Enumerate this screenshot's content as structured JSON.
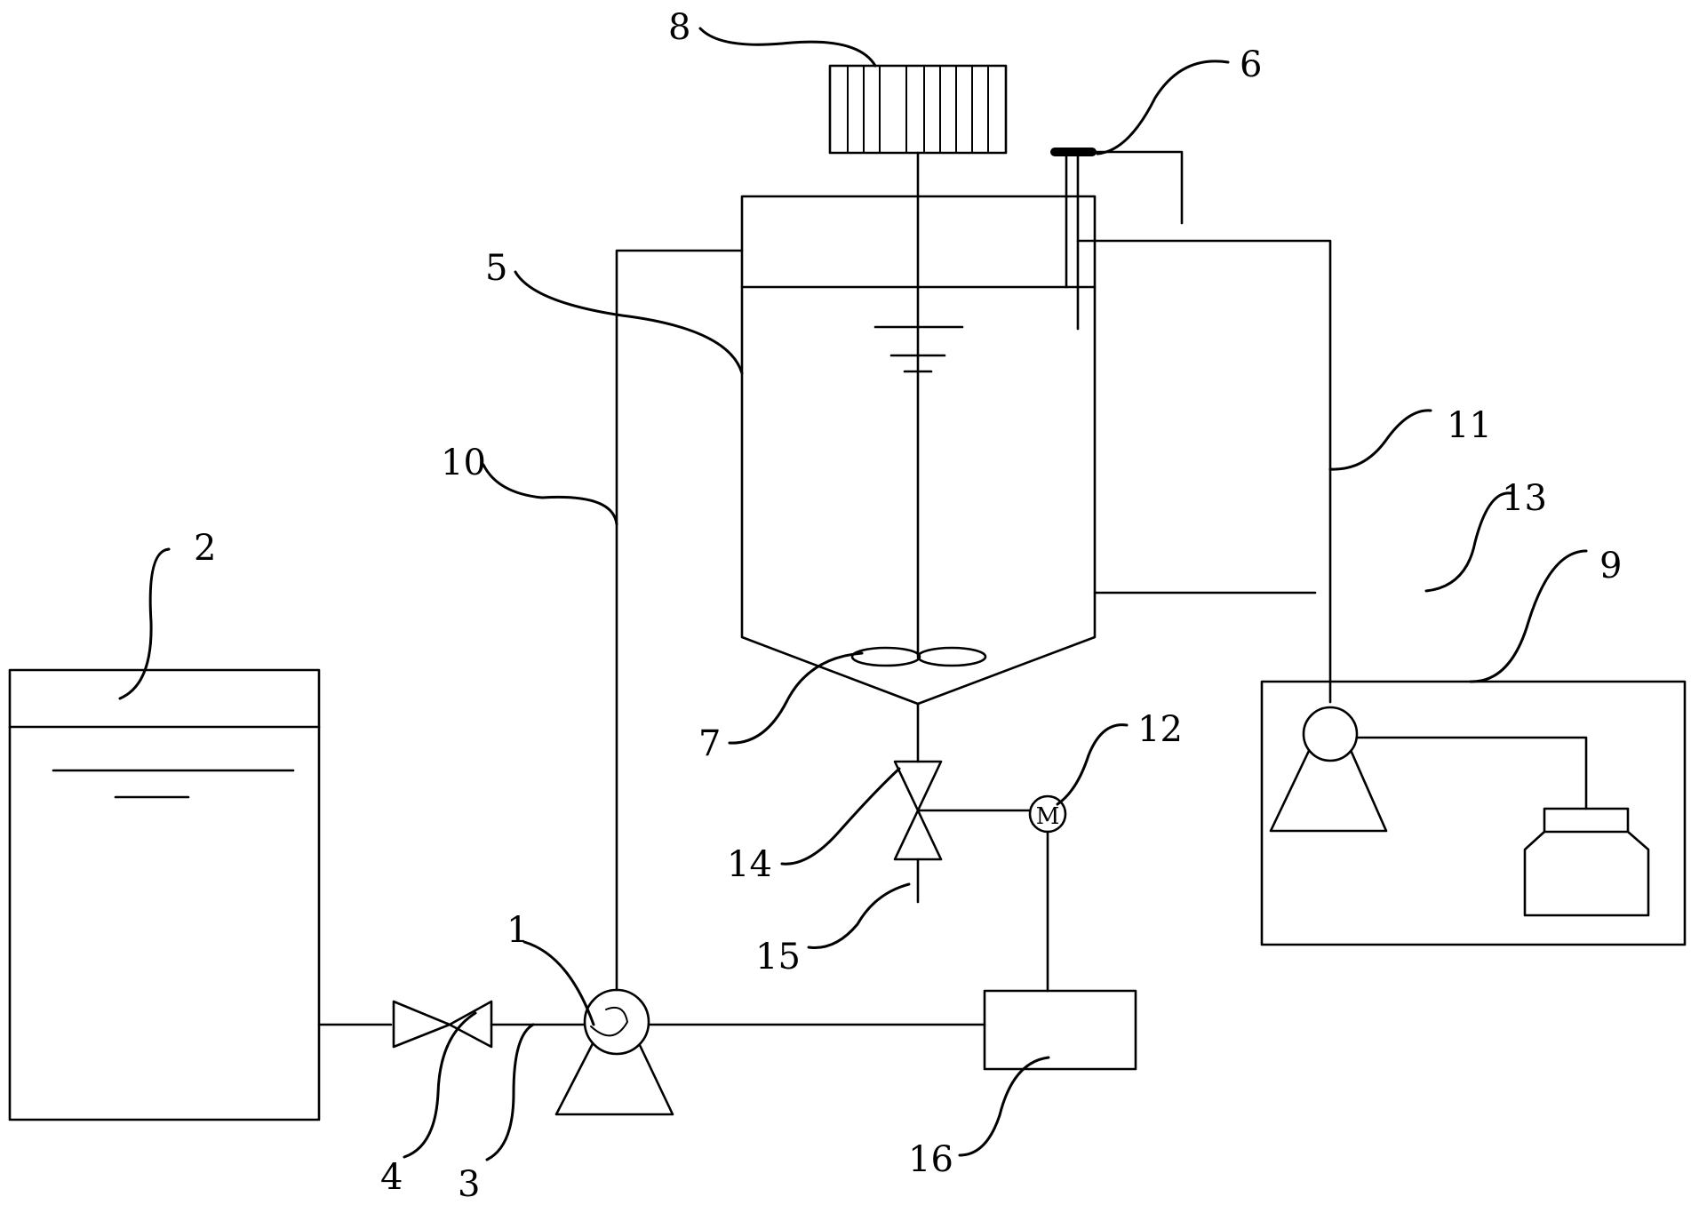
{
  "labels": {
    "n1": "1",
    "n2": "2",
    "n3": "3",
    "n4": "4",
    "n5": "5",
    "n6": "6",
    "n7": "7",
    "n8": "8",
    "n9": "9",
    "n10": "10",
    "n11": "11",
    "n12": "12",
    "n13": "13",
    "n14": "14",
    "n15": "15",
    "n16": "16"
  },
  "motor_symbol": "M"
}
